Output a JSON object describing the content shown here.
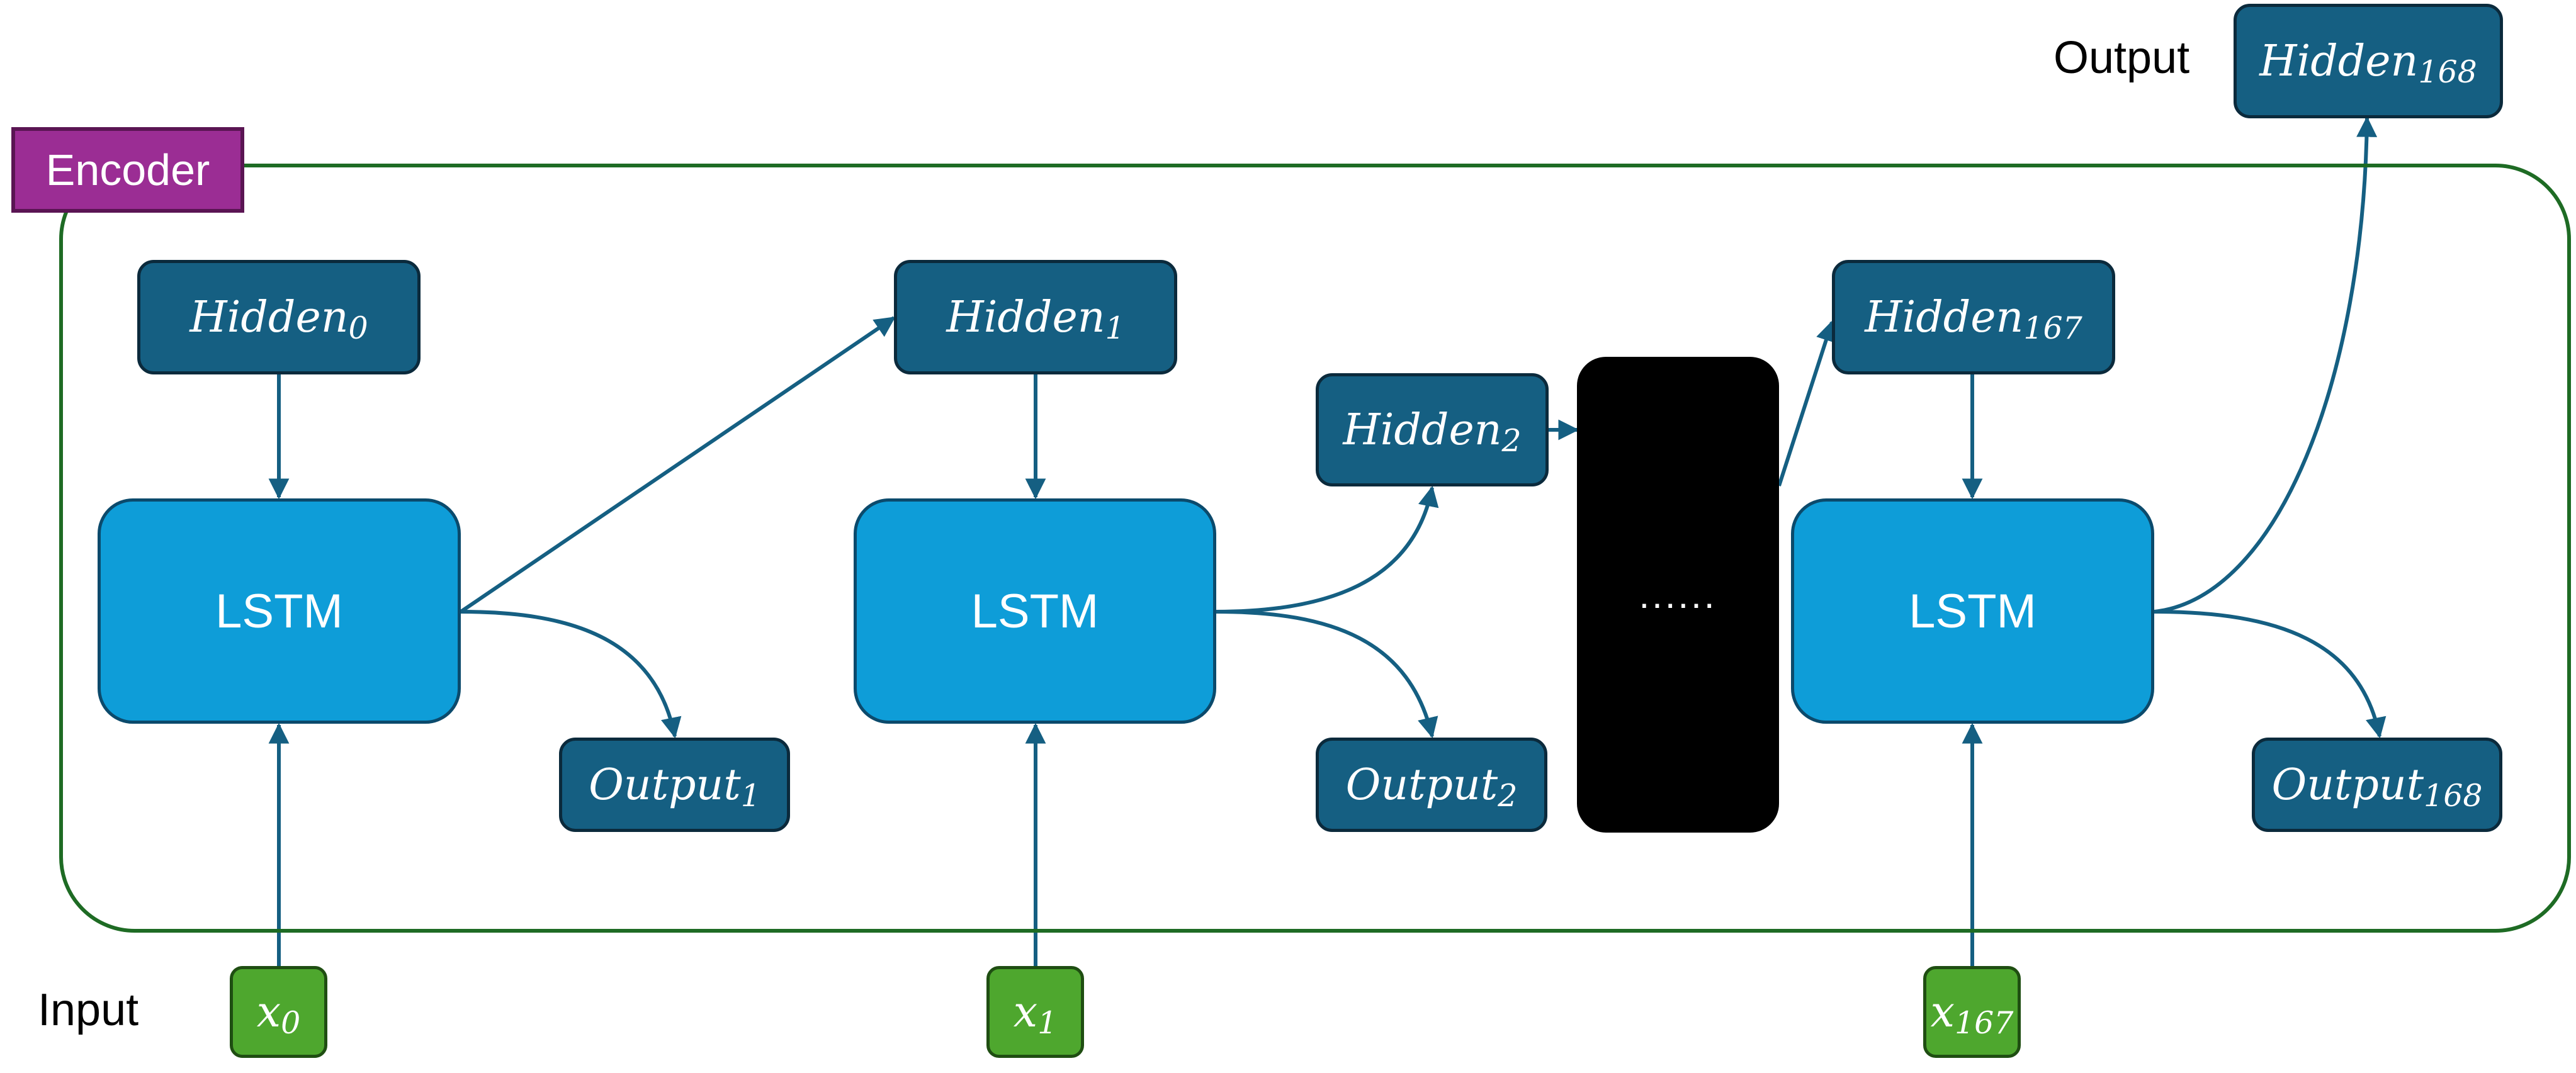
{
  "encoder_label": "Encoder",
  "input_label": "Input",
  "output_label": "Output",
  "lstm_label": "LSTM",
  "ellipsis": "......",
  "hidden": [
    {
      "base": "Hidden",
      "sub": "0"
    },
    {
      "base": "Hidden",
      "sub": "1"
    },
    {
      "base": "Hidden",
      "sub": "2"
    },
    {
      "base": "Hidden",
      "sub": "167"
    },
    {
      "base": "Hidden",
      "sub": "168"
    }
  ],
  "outputs": [
    {
      "base": "Output",
      "sub": "1"
    },
    {
      "base": "Output",
      "sub": "2"
    },
    {
      "base": "Output",
      "sub": "168"
    }
  ],
  "inputs": [
    {
      "base": "x",
      "sub": "0"
    },
    {
      "base": "x",
      "sub": "1"
    },
    {
      "base": "x",
      "sub": "167"
    }
  ],
  "colors": {
    "hidden_fill": "#155f82",
    "lstm_fill": "#0e9dd8",
    "input_fill": "#4ea72e",
    "encoder_tag_fill": "#9b2d94",
    "encoder_frame": "#1e6b24",
    "arrow": "#155f82",
    "skip_block": "#000000"
  }
}
